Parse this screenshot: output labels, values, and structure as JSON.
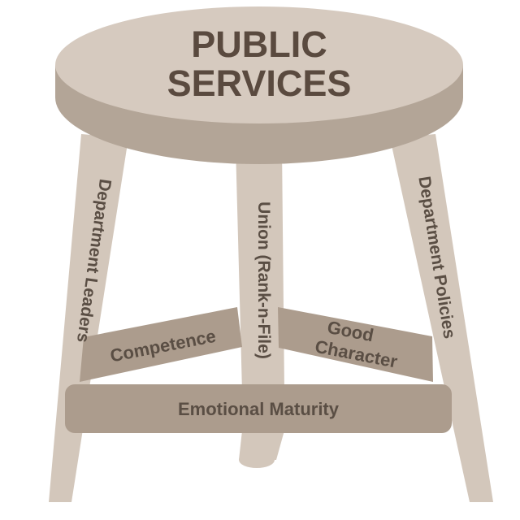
{
  "seat": {
    "title_line1": "PUBLIC",
    "title_line2": "SERVICES"
  },
  "legs": {
    "left": "Department Leaders",
    "center": "Union (Rank-n-File)",
    "right": "Department Policies"
  },
  "rungs": {
    "left": "Competence",
    "right_line1": "Good",
    "right_line2": "Character",
    "bottom": "Emotional Maturity"
  },
  "colors": {
    "leg": "#d3c7bb",
    "leg_shade": "#c6b9ad",
    "seat_top": "#d6cabf",
    "seat_side": "#b3a597",
    "rung": "#ac9c8d",
    "text": "#5a4e44"
  }
}
